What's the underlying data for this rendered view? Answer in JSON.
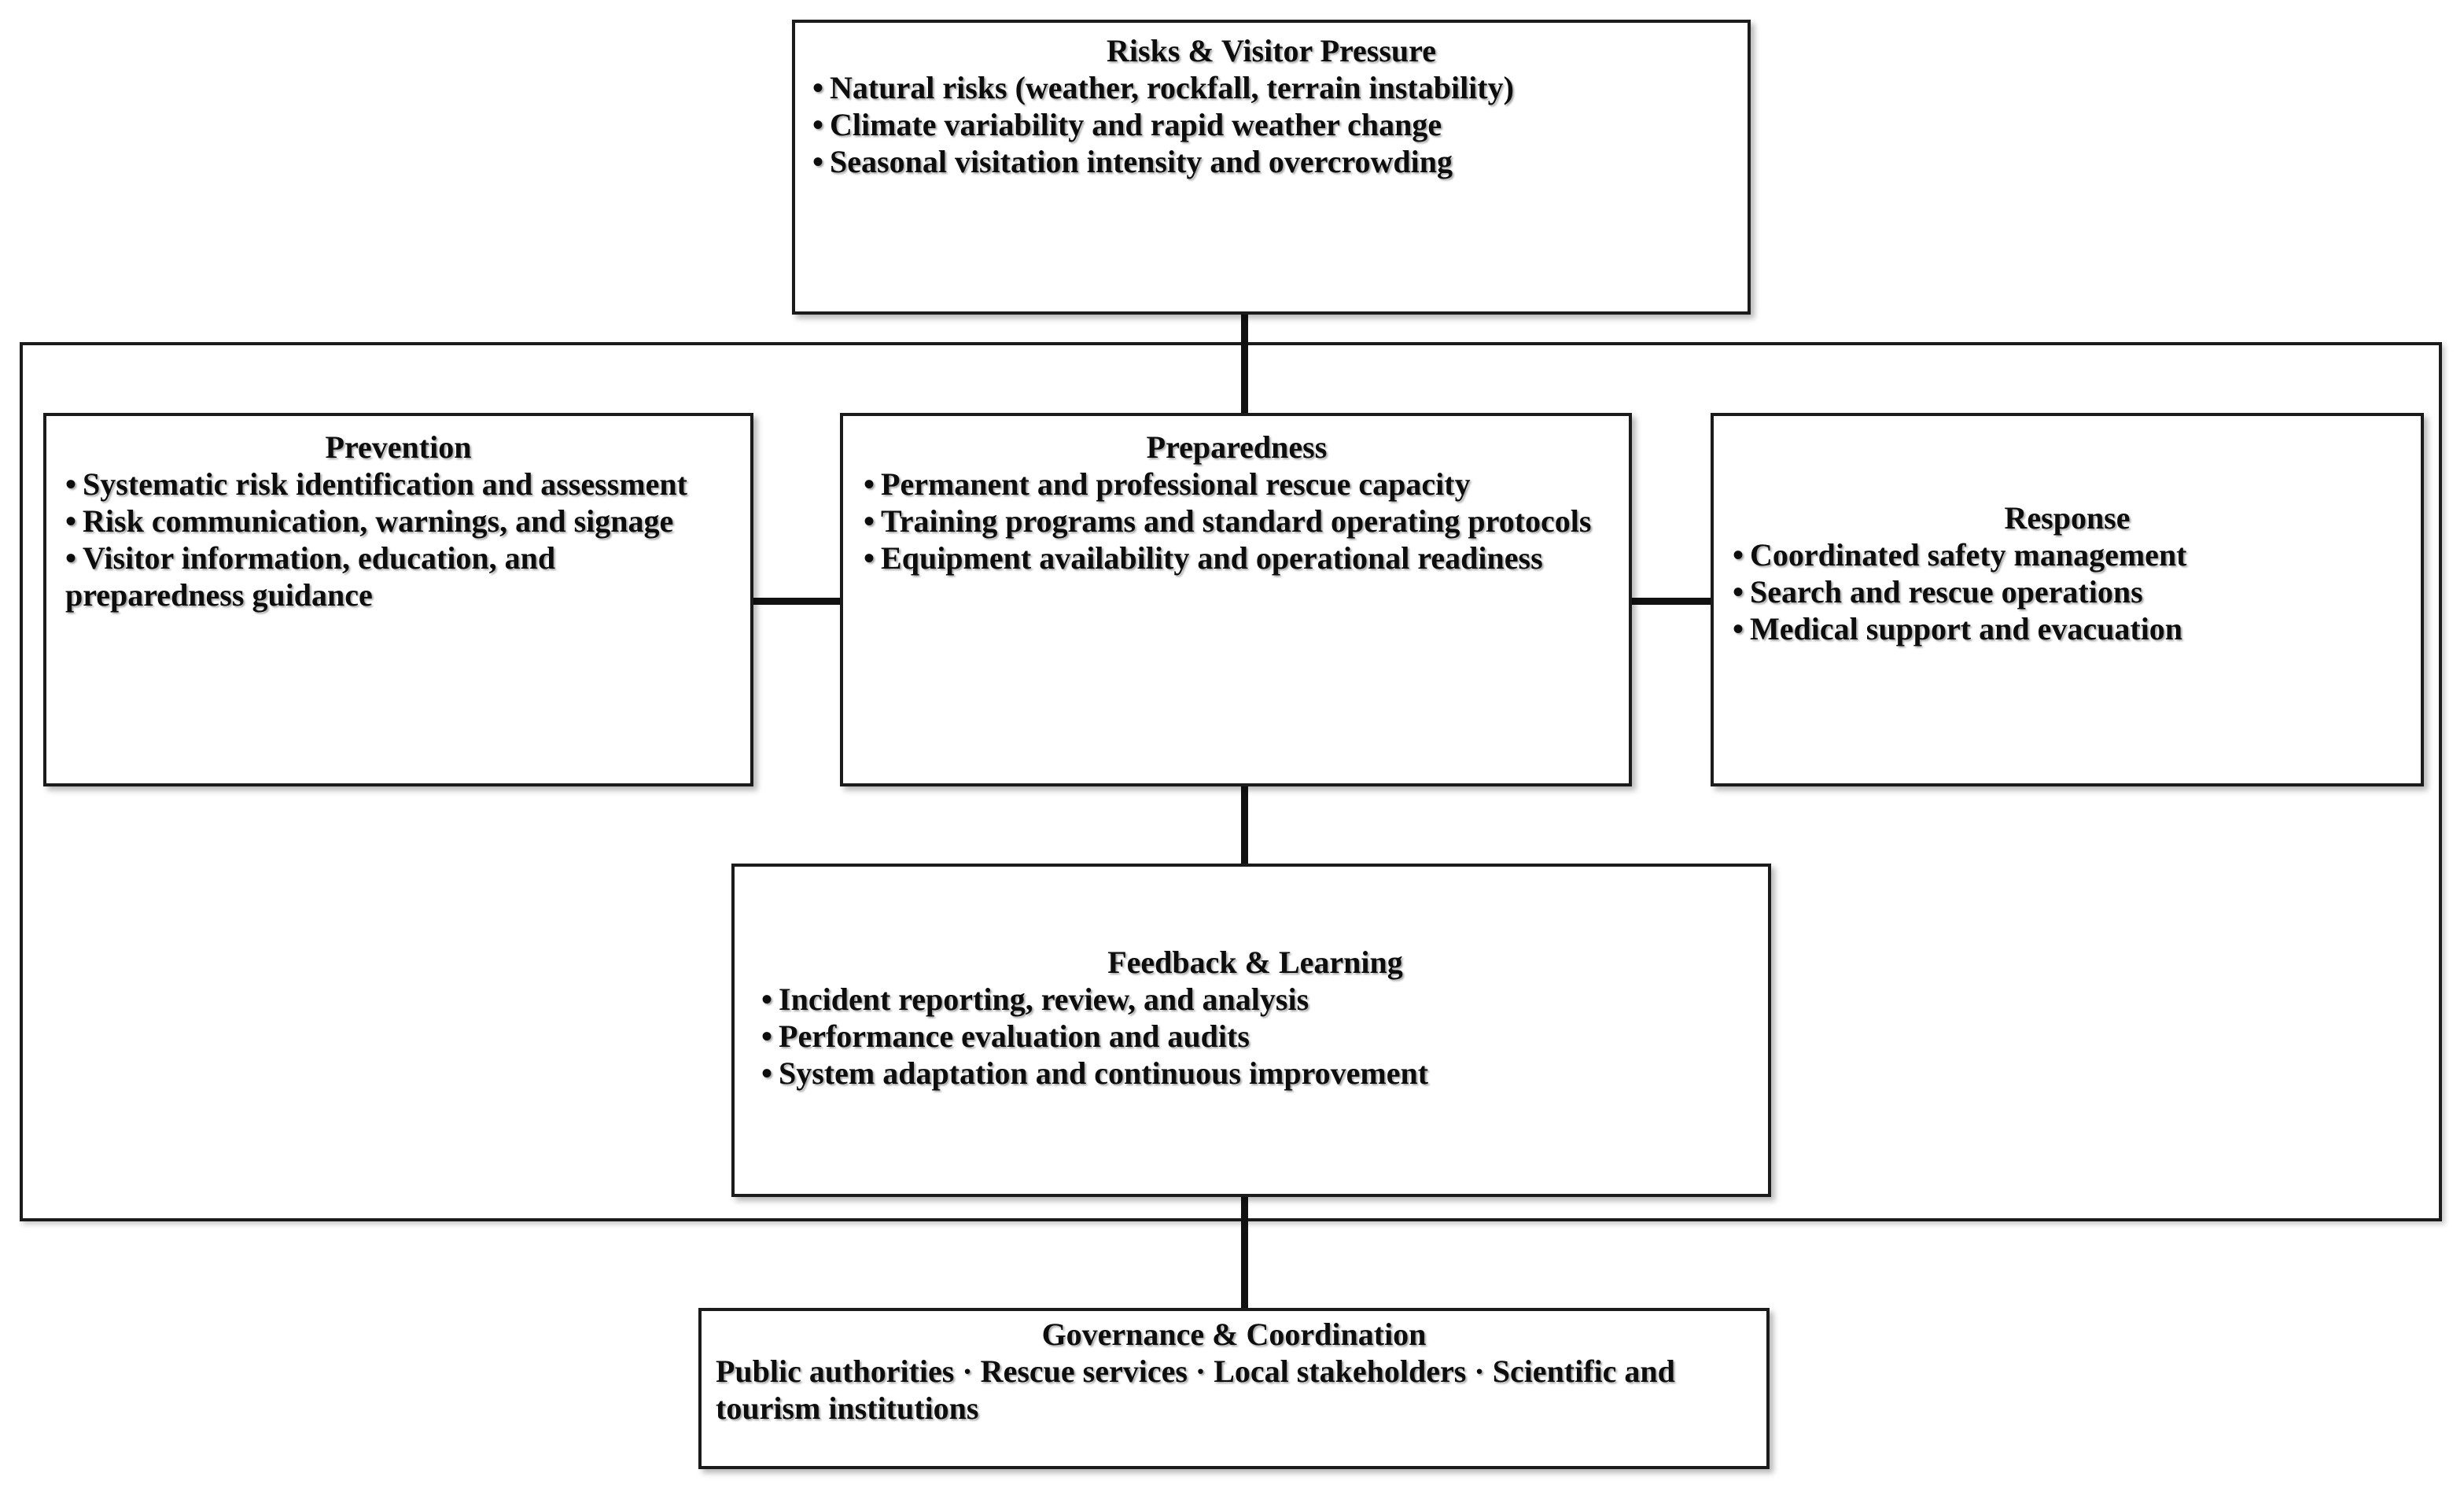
{
  "diagram": {
    "title_visible": false,
    "colors": {
      "border": "#1b1b1b",
      "text": "#0d0d0d",
      "background": "#ffffff",
      "connector": "#111111"
    },
    "bullet_glyph": "•",
    "separator_glyph": "·"
  },
  "boxes": {
    "risks": {
      "title": "Risks & Visitor Pressure",
      "items": [
        "Natural risks (weather, rockfall, terrain instability)",
        "Climate variability and rapid weather change",
        "Seasonal visitation intensity and overcrowding"
      ]
    },
    "prevention": {
      "title": "Prevention",
      "items": [
        "Systematic risk identification and assessment",
        "Risk communication, warnings, and signage",
        "Visitor information, education, and preparedness guidance"
      ]
    },
    "preparedness": {
      "title": "Preparedness",
      "items": [
        "Permanent and professional rescue capacity",
        "Training programs and standard operating protocols",
        "Equipment availability and operational readiness"
      ]
    },
    "response": {
      "title": "Response",
      "items": [
        "Coordinated safety management",
        "Search and rescue operations",
        "Medical support and evacuation"
      ]
    },
    "feedback": {
      "title": "Feedback & Learning",
      "items": [
        "Incident reporting, review, and analysis",
        "Performance evaluation and audits",
        "System adaptation and continuous improvement"
      ]
    },
    "governance": {
      "title": "Governance & Coordination",
      "body": "Public authorities · Rescue services · Local stakeholders · Scientific and tourism institutions"
    }
  }
}
